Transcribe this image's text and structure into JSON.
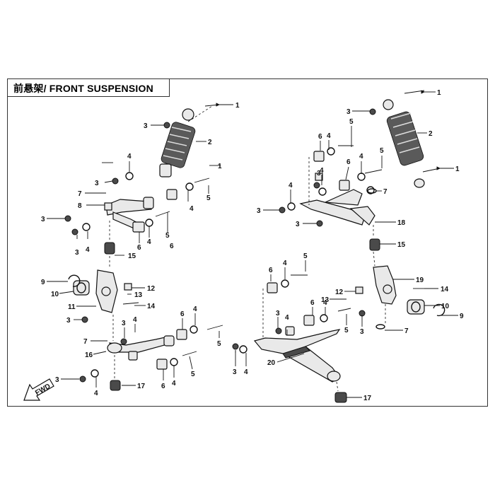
{
  "title": "前悬架/ FRONT SUSPENSION",
  "fwd_label": "FWD",
  "callouts": [
    "1",
    "2",
    "3",
    "4",
    "5",
    "6",
    "7",
    "8",
    "9",
    "10",
    "11",
    "12",
    "13",
    "14",
    "15",
    "16",
    "17",
    "18",
    "19",
    "20"
  ]
}
